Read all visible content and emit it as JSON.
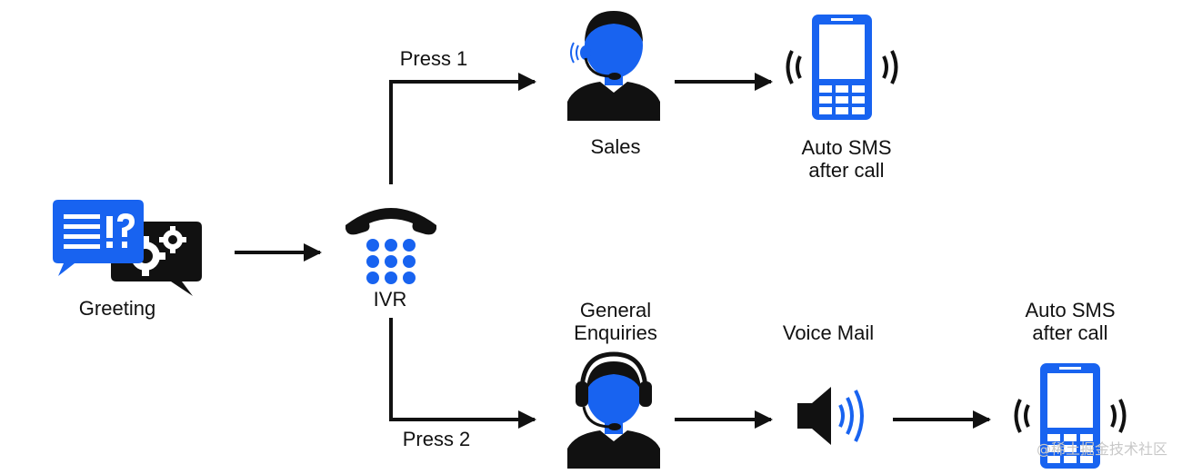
{
  "colors": {
    "accent": "#1863f0",
    "ink": "#111111"
  },
  "nodes": {
    "greeting": {
      "label": "Greeting",
      "icon": "chat-bubbles-gear-icon"
    },
    "ivr": {
      "label": "IVR",
      "icon": "telephone-keypad-icon"
    },
    "sales": {
      "label": "Sales",
      "icon": "agent-headset-icon"
    },
    "sms_top": {
      "label_line1": "Auto SMS",
      "label_line2": "after call",
      "icon": "ringing-phone-icon"
    },
    "general": {
      "label_line1": "General",
      "label_line2": "Enquiries",
      "icon": "agent-headphones-icon"
    },
    "voicemail": {
      "label": "Voice Mail",
      "icon": "speaker-icon"
    },
    "sms_bottom": {
      "label_line1": "Auto SMS",
      "label_line2": "after call",
      "icon": "ringing-phone-icon"
    }
  },
  "edges": {
    "press1": "Press 1",
    "press2": "Press 2"
  },
  "watermark": "@稀土掘金技术社区"
}
